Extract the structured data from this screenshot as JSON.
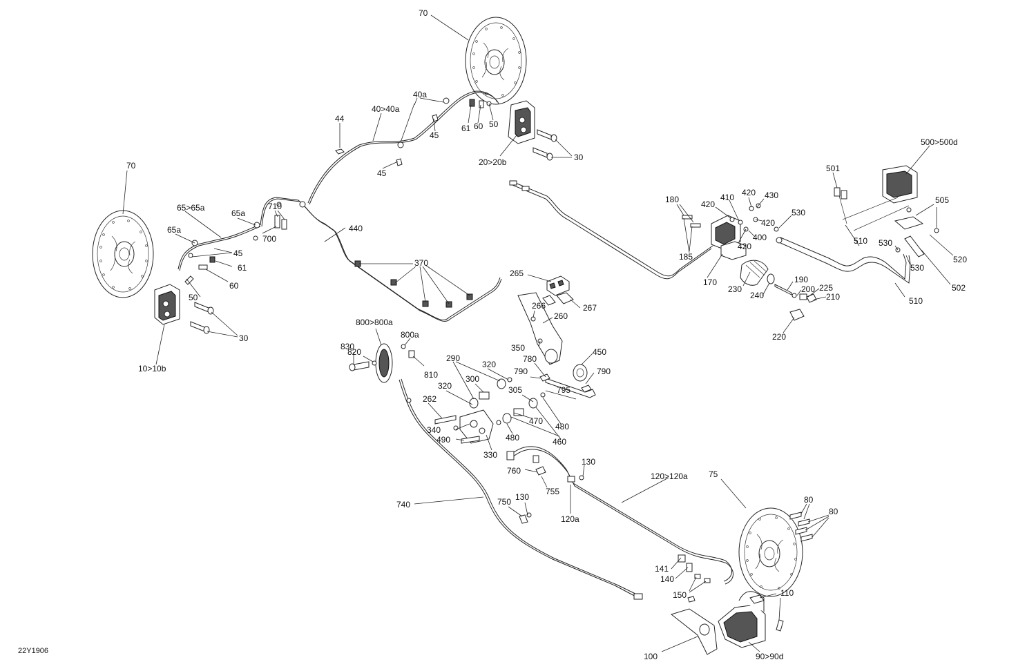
{
  "diagram": {
    "reference_code": "22Y1906",
    "callouts": [
      {
        "id": "c70-top",
        "label": "70"
      },
      {
        "id": "c40a",
        "label": "40a"
      },
      {
        "id": "c40-40a",
        "label": "40>40a"
      },
      {
        "id": "c44",
        "label": "44"
      },
      {
        "id": "c61-top",
        "label": "61"
      },
      {
        "id": "c60-top",
        "label": "60"
      },
      {
        "id": "c50-top",
        "label": "50"
      },
      {
        "id": "c45-top",
        "label": "45"
      },
      {
        "id": "c45-mid",
        "label": "45"
      },
      {
        "id": "c20-20b",
        "label": "20>20b"
      },
      {
        "id": "c30-top",
        "label": "30"
      },
      {
        "id": "c70-left",
        "label": "70"
      },
      {
        "id": "c65-65a",
        "label": "65>65a"
      },
      {
        "id": "c65a-right",
        "label": "65a"
      },
      {
        "id": "c65a-left",
        "label": "65a"
      },
      {
        "id": "c710",
        "label": "710"
      },
      {
        "id": "c700",
        "label": "700"
      },
      {
        "id": "c440",
        "label": "440"
      },
      {
        "id": "c45-left",
        "label": "45"
      },
      {
        "id": "c61-left",
        "label": "61"
      },
      {
        "id": "c60-left",
        "label": "60"
      },
      {
        "id": "c50-left",
        "label": "50"
      },
      {
        "id": "c30-left",
        "label": "30"
      },
      {
        "id": "c10-10b",
        "label": "10>10b"
      },
      {
        "id": "c370",
        "label": "370"
      },
      {
        "id": "c265",
        "label": "265"
      },
      {
        "id": "c266",
        "label": "266"
      },
      {
        "id": "c267",
        "label": "267"
      },
      {
        "id": "c260",
        "label": "260"
      },
      {
        "id": "c350",
        "label": "350"
      },
      {
        "id": "c450",
        "label": "450"
      },
      {
        "id": "c780",
        "label": "780"
      },
      {
        "id": "c790-a",
        "label": "790"
      },
      {
        "id": "c790-b",
        "label": "790"
      },
      {
        "id": "c795",
        "label": "795"
      },
      {
        "id": "c800-800a",
        "label": "800>800a"
      },
      {
        "id": "c800a",
        "label": "800a"
      },
      {
        "id": "c820",
        "label": "820"
      },
      {
        "id": "c830",
        "label": "830"
      },
      {
        "id": "c810",
        "label": "810"
      },
      {
        "id": "c290",
        "label": "290"
      },
      {
        "id": "c320-a",
        "label": "320"
      },
      {
        "id": "c320-b",
        "label": "320"
      },
      {
        "id": "c300",
        "label": "300"
      },
      {
        "id": "c305",
        "label": "305"
      },
      {
        "id": "c262",
        "label": "262"
      },
      {
        "id": "c340",
        "label": "340"
      },
      {
        "id": "c490",
        "label": "490"
      },
      {
        "id": "c330",
        "label": "330"
      },
      {
        "id": "c470",
        "label": "470"
      },
      {
        "id": "c480-a",
        "label": "480"
      },
      {
        "id": "c480-b",
        "label": "480"
      },
      {
        "id": "c460",
        "label": "460"
      },
      {
        "id": "c180",
        "label": "180"
      },
      {
        "id": "c185",
        "label": "185"
      },
      {
        "id": "c420-a",
        "label": "420"
      },
      {
        "id": "c410",
        "label": "410"
      },
      {
        "id": "c420-b",
        "label": "420"
      },
      {
        "id": "c430",
        "label": "430"
      },
      {
        "id": "c420-c",
        "label": "420"
      },
      {
        "id": "c420-d",
        "label": "420"
      },
      {
        "id": "c400",
        "label": "400"
      },
      {
        "id": "c530-a",
        "label": "530"
      },
      {
        "id": "c170",
        "label": "170"
      },
      {
        "id": "c230",
        "label": "230"
      },
      {
        "id": "c240",
        "label": "240"
      },
      {
        "id": "c190",
        "label": "190"
      },
      {
        "id": "c200",
        "label": "200"
      },
      {
        "id": "c225",
        "label": "225"
      },
      {
        "id": "c210",
        "label": "210"
      },
      {
        "id": "c220",
        "label": "220"
      },
      {
        "id": "c500-500d",
        "label": "500>500d"
      },
      {
        "id": "c501",
        "label": "501"
      },
      {
        "id": "c505",
        "label": "505"
      },
      {
        "id": "c520",
        "label": "520"
      },
      {
        "id": "c510-a",
        "label": "510"
      },
      {
        "id": "c530-b",
        "label": "530"
      },
      {
        "id": "c530-c",
        "label": "530"
      },
      {
        "id": "c502",
        "label": "502"
      },
      {
        "id": "c510-b",
        "label": "510"
      },
      {
        "id": "c130-a",
        "label": "130"
      },
      {
        "id": "c760",
        "label": "760"
      },
      {
        "id": "c755",
        "label": "755"
      },
      {
        "id": "c120-120a",
        "label": "120>120a"
      },
      {
        "id": "c120a",
        "label": "120a"
      },
      {
        "id": "c740",
        "label": "740"
      },
      {
        "id": "c750",
        "label": "750"
      },
      {
        "id": "c130-b",
        "label": "130"
      },
      {
        "id": "c75",
        "label": "75"
      },
      {
        "id": "c80-a",
        "label": "80"
      },
      {
        "id": "c80-b",
        "label": "80"
      },
      {
        "id": "c141",
        "label": "141"
      },
      {
        "id": "c140",
        "label": "140"
      },
      {
        "id": "c150",
        "label": "150"
      },
      {
        "id": "c110",
        "label": "110"
      },
      {
        "id": "c100",
        "label": "100"
      },
      {
        "id": "c90-90d",
        "label": "90>90d"
      }
    ]
  }
}
